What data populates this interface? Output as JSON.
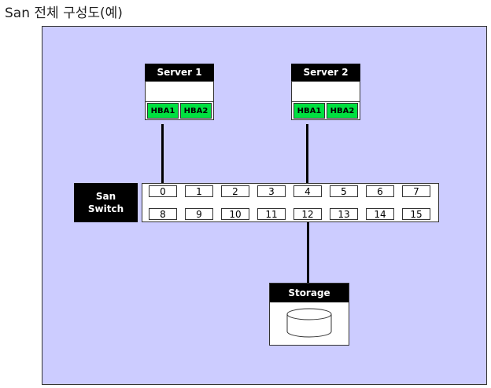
{
  "title": "San 전체 구성도(예)",
  "servers": [
    {
      "name": "Server 1",
      "hbas": [
        "HBA1",
        "HBA2"
      ]
    },
    {
      "name": "Server 2",
      "hbas": [
        "HBA1",
        "HBA2"
      ]
    }
  ],
  "switch": {
    "label_line1": "San",
    "label_line2": "Switch",
    "ports_top": [
      "0",
      "1",
      "2",
      "3",
      "4",
      "5",
      "6",
      "7"
    ],
    "ports_bottom": [
      "8",
      "9",
      "10",
      "11",
      "12",
      "13",
      "14",
      "15"
    ]
  },
  "storage": {
    "label": "Storage"
  },
  "colors": {
    "canvas": "#ccccff",
    "hba": "#00e040",
    "header": "#000000"
  }
}
